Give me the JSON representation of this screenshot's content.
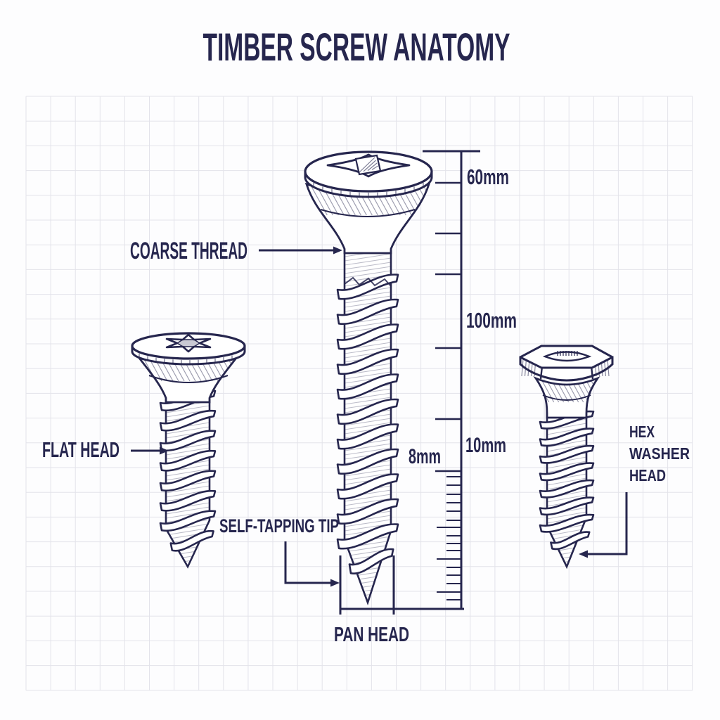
{
  "title": "TIMBER SCREW ANATOMY",
  "colors": {
    "ink": "#26264e",
    "grid": "#e3e3ea",
    "paper": "#fdfdfe"
  },
  "labels": {
    "coarse_thread": "COARSE THREAD",
    "flat_head": "FLAT HEAD",
    "self_tapping_tip": "SELF-TAPPING TIP",
    "pan_head": "PAN HEAD",
    "hex_washer_head": [
      "HEX",
      "WASHER",
      "HEAD"
    ]
  },
  "measurements": {
    "m60": "60mm",
    "m100": "100mm",
    "m10": "10mm",
    "m8": "8mm"
  }
}
